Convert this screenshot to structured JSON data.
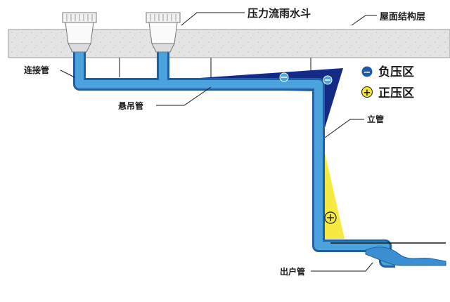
{
  "labels": {
    "siphonic_drain": "压力流雨水斗",
    "roof_structure": "屋面结构层",
    "connecting_pipe": "连接管",
    "suspended_pipe": "悬吊管",
    "vertical_pipe": "立管",
    "outlet_pipe": "出户管"
  },
  "legend": {
    "negative": {
      "symbol": "−",
      "label": "负压区",
      "color": "#1e5aa8"
    },
    "positive": {
      "symbol": "+",
      "label": "正压区",
      "color": "#f2e23a"
    }
  },
  "colors": {
    "pipe_fill": "#4aa3dc",
    "pipe_outline": "#1f5fa5",
    "negative_zone": "#142a86",
    "positive_zone": "#f4ea42",
    "roof_slab": "#e4e4e4",
    "leader_line": "#1a1a1a"
  },
  "icons": {
    "drain_body": "siphonic-drain-icon",
    "water_outflow": "water-splash-icon"
  }
}
